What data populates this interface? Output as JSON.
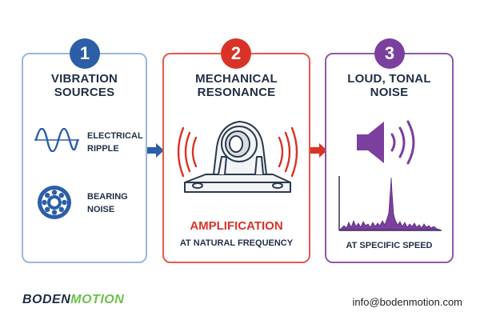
{
  "panels": [
    {
      "number": "1",
      "title_lines": [
        "VIBRATION",
        "SOURCES"
      ],
      "items": [
        {
          "icon": "sine-wave-icon",
          "label_lines": [
            "ELECTRICAL",
            "RIPPLE"
          ]
        },
        {
          "icon": "ball-bearing-icon",
          "label_lines": [
            "BEARING",
            "NOISE"
          ]
        }
      ]
    },
    {
      "number": "2",
      "title_lines": [
        "MECHANICAL",
        "RESONANCE"
      ],
      "icon": "pillow-block-housing-icon",
      "emphasis": "AMPLIFICATION",
      "caption": "AT NATURAL FREQUENCY"
    },
    {
      "number": "3",
      "title_lines": [
        "LOUD, TONAL",
        "NOISE"
      ],
      "icon": "speaker-icon",
      "chart_icon": "frequency-spectrum-peak-icon",
      "caption": "AT SPECIFIC SPEED"
    }
  ],
  "colors": {
    "step1": "#2c5ea8",
    "step2": "#d93327",
    "step3": "#7b3f9e",
    "text": "#1f2f45"
  },
  "footer": {
    "logo_part1": "BODEN",
    "logo_part2": "MOTION",
    "email": "info@bodenmotion.com"
  }
}
